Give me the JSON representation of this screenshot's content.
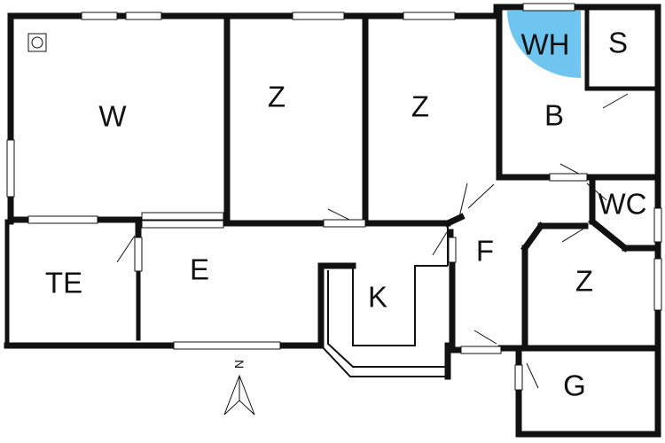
{
  "plan": {
    "accent_color": "#6ec6f0",
    "rooms": [
      {
        "id": "living",
        "label": "W"
      },
      {
        "id": "bed1",
        "label": "Z"
      },
      {
        "id": "bed2",
        "label": "Z"
      },
      {
        "id": "boiler",
        "label": "WH"
      },
      {
        "id": "storage",
        "label": "S"
      },
      {
        "id": "bath",
        "label": "B"
      },
      {
        "id": "toilet",
        "label": "WC"
      },
      {
        "id": "hall",
        "label": "F"
      },
      {
        "id": "bed3",
        "label": "Z"
      },
      {
        "id": "entrance",
        "label": "E"
      },
      {
        "id": "kitchen",
        "label": "K"
      },
      {
        "id": "terrace",
        "label": "TE"
      },
      {
        "id": "garage",
        "label": "G"
      }
    ],
    "north": {
      "letter": "N",
      "icon": "north-arrow-icon"
    }
  }
}
